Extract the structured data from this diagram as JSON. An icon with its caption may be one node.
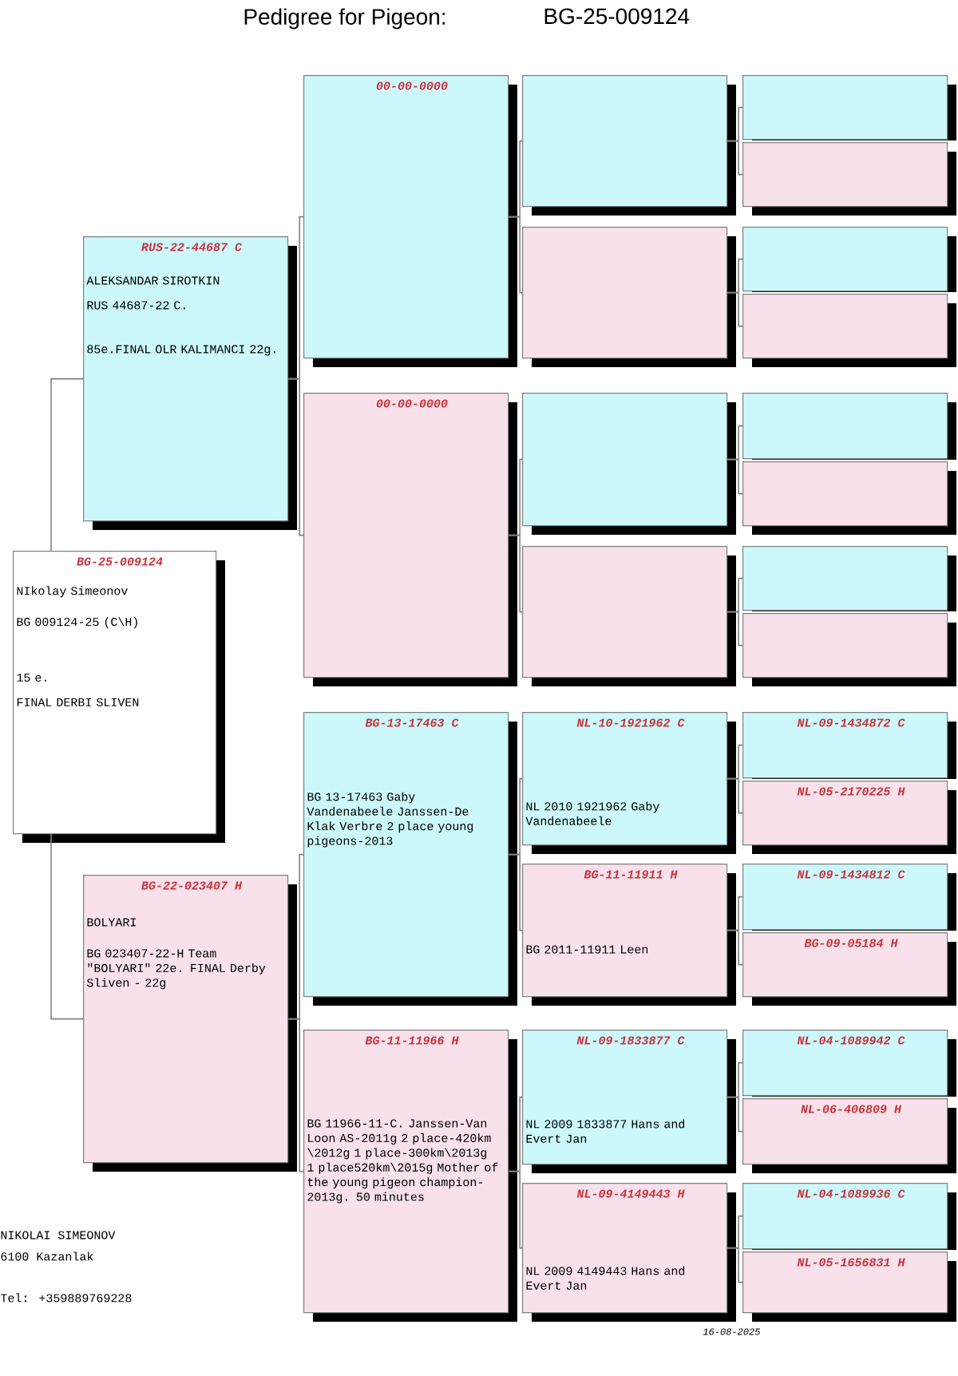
{
  "diagram": {
    "title": "Pedigree for Pigeon:",
    "nodes": [
      {
        "text": [
          "BG-25-009124",
          "NIkolay Simeonov",
          "BG 009124-25 (C\\H)",
          "15 e.",
          "FINAL DERBI SLIVEN"
        ]
      },
      {
        "text": [
          "RUS-22-44687 C",
          "ALEKSANDAR SIROTKIN",
          "RUS 44687-22 C.",
          "85e.FINAL OLR KALIMANCI 22g."
        ]
      },
      {
        "text": [
          "BG-22-023407 H",
          "BOLYARI",
          "BG 023407-22-H Team \"BOLYARI\" 22e. FINAL Derby Sliven - 22g"
        ]
      },
      {
        "text": [
          "00-00-0000"
        ]
      },
      {
        "text": [
          "00-00-0000"
        ]
      },
      {
        "text": [
          "BG-13-17463 C",
          "BG 13-17463 Gaby Vandenabeele Janssen-De Klak Verbre 2 place young pigeons-2013"
        ]
      },
      {
        "text": [
          "BG-11-11966 H",
          "BG 11966-11-C. Janssen-Van Loon AS-2011g 2 place-420km \\2012g 1 place-300km\\2013g 1 place520km\\2015g Mother of the young pigeon champion-2013g. 50 minutes"
        ]
      },
      {
        "text": [],
        "shape": "box"
      },
      {
        "text": [],
        "shape": "box"
      },
      {
        "text": [],
        "shape": "box"
      },
      {
        "text": [],
        "shape": "box"
      },
      {
        "text": [
          "NL-10-1921962 C",
          "NL 2010 1921962 Gaby Vandenabeele"
        ]
      },
      {
        "text": [
          "BG-11-11911 H",
          "BG 2011-11911 Leen"
        ]
      },
      {
        "text": [
          "NL-09-1833877 C",
          "NL 2009 1833877 Hans and Evert Jan"
        ]
      },
      {
        "text": [
          "NL-09-4149443 H",
          "NL 2009 4149443 Hans and Evert Jan"
        ]
      },
      {
        "text": [],
        "shape": "box"
      },
      {
        "text": [],
        "shape": "box"
      },
      {
        "text": [],
        "shape": "box"
      },
      {
        "text": [],
        "shape": "box"
      },
      {
        "text": [],
        "shape": "box"
      },
      {
        "text": [],
        "shape": "box"
      },
      {
        "text": [],
        "shape": "box"
      },
      {
        "text": [],
        "shape": "box"
      },
      {
        "text": [
          "NL-09-1434872 C"
        ]
      },
      {
        "text": [
          "NL-05-2170225 H"
        ]
      },
      {
        "text": [
          "NL-09-1434812 C"
        ]
      },
      {
        "text": [
          "BG-09-05184 H"
        ]
      },
      {
        "text": [
          "NL-04-1089942 C"
        ]
      },
      {
        "text": [
          "NL-06-406809 H"
        ]
      },
      {
        "text": [
          "NL-04-1089936 C"
        ]
      },
      {
        "text": [
          "NL-05-1656831 H"
        ]
      }
    ],
    "edges": [
      {
        "from": 0,
        "to": 1,
        "arrow": "none"
      },
      {
        "from": 0,
        "to": 2,
        "arrow": "none"
      },
      {
        "from": 1,
        "to": 3,
        "arrow": "none"
      },
      {
        "from": 1,
        "to": 4,
        "arrow": "none"
      },
      {
        "from": 2,
        "to": 5,
        "arrow": "none"
      },
      {
        "from": 2,
        "to": 6,
        "arrow": "none"
      },
      {
        "from": 3,
        "to": 7,
        "arrow": "none"
      },
      {
        "from": 3,
        "to": 8,
        "arrow": "none"
      },
      {
        "from": 4,
        "to": 9,
        "arrow": "none"
      },
      {
        "from": 4,
        "to": 10,
        "arrow": "none"
      },
      {
        "from": 5,
        "to": 11,
        "arrow": "none"
      },
      {
        "from": 5,
        "to": 12,
        "arrow": "none"
      },
      {
        "from": 6,
        "to": 13,
        "arrow": "none"
      },
      {
        "from": 6,
        "to": 14,
        "arrow": "none"
      },
      {
        "from": 7,
        "to": 15,
        "arrow": "none"
      },
      {
        "from": 7,
        "to": 16,
        "arrow": "none"
      },
      {
        "from": 8,
        "to": 17,
        "arrow": "none"
      },
      {
        "from": 8,
        "to": 18,
        "arrow": "none"
      },
      {
        "from": 9,
        "to": 19,
        "arrow": "none"
      },
      {
        "from": 9,
        "to": 20,
        "arrow": "none"
      },
      {
        "from": 10,
        "to": 21,
        "arrow": "none"
      },
      {
        "from": 10,
        "to": 22,
        "arrow": "none"
      },
      {
        "from": 11,
        "to": 23,
        "arrow": "none"
      },
      {
        "from": 11,
        "to": 24,
        "arrow": "none"
      },
      {
        "from": 12,
        "to": 25,
        "arrow": "none"
      },
      {
        "from": 12,
        "to": 26,
        "arrow": "none"
      },
      {
        "from": 13,
        "to": 27,
        "arrow": "none"
      },
      {
        "from": 13,
        "to": 28,
        "arrow": "none"
      },
      {
        "from": 14,
        "to": 29,
        "arrow": "none"
      },
      {
        "from": 14,
        "to": 30,
        "arrow": "none"
      }
    ],
    "labels": [
      "BG-25-009124",
      "NIKOLAI SIMEONOV",
      "6100 Kazanlak",
      "Tel: +359889769228",
      "16-08-2025"
    ]
  }
}
